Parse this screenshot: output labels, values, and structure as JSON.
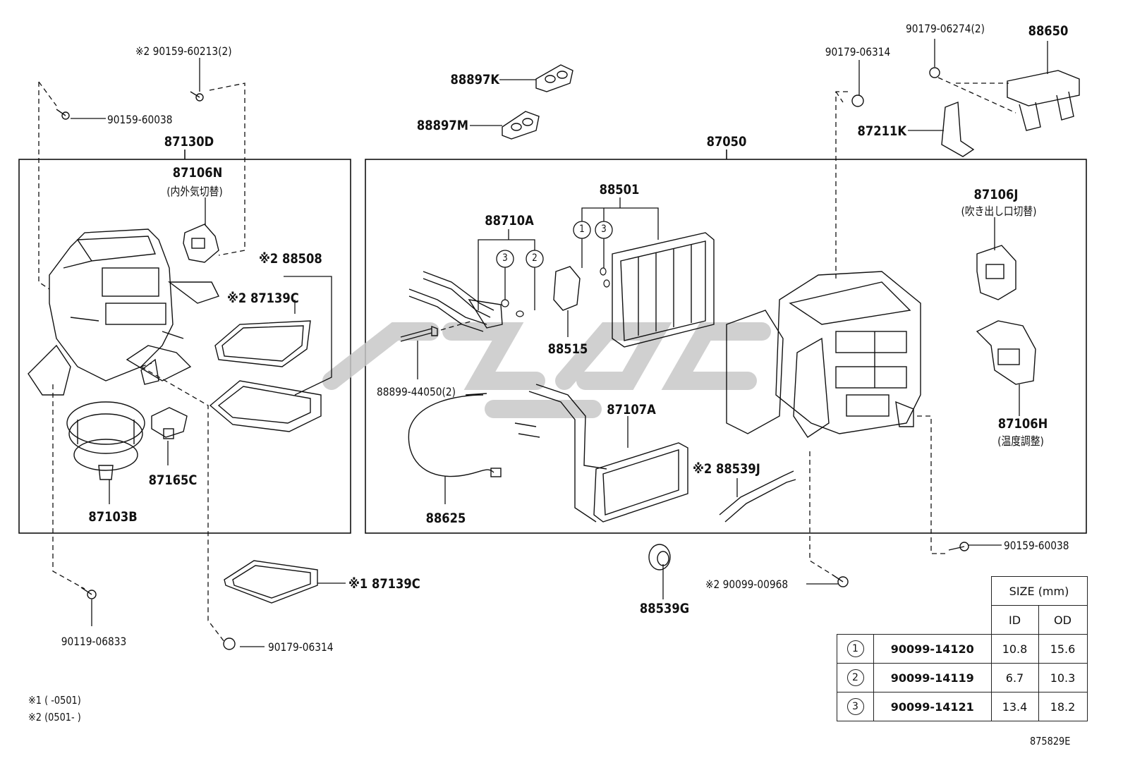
{
  "diagram_id": "875829E",
  "labels": {
    "p90159_60213": "※2 90159-60213(2)",
    "p90159_60038_a": "90159-60038",
    "p87130D": "87130D",
    "p87106N": "87106N",
    "p87106N_note": "(内外気切替)",
    "p88508": "※2 88508",
    "p87139C_a": "※2 87139C",
    "p87165C": "87165C",
    "p87103B": "87103B",
    "p88897K": "88897K",
    "p88897M": "88897M",
    "p87050": "87050",
    "p88501": "88501",
    "p88710A": "88710A",
    "p88515": "88515",
    "p88899_44050": "88899-44050(2)",
    "p87107A": "87107A",
    "p88625": "88625",
    "p88539J": "※2 88539J",
    "p90179_06314_a": "90179-06314",
    "p90179_06274": "90179-06274(2)",
    "p88650": "88650",
    "p87211K": "87211K",
    "p87106J": "87106J",
    "p87106J_note": "(吹き出し口切替)",
    "p87106H": "87106H",
    "p87106H_note": "(温度調整)",
    "p90159_60038_b": "90159-60038",
    "p90099_00968": "※2 90099-00968",
    "p88539G": "88539G",
    "p87139C_b": "※1 87139C",
    "p90119_06833": "90119-06833",
    "p90179_06314_b": "90179-06314"
  },
  "callouts": {
    "c1": "1",
    "c2": "2",
    "c3": "3"
  },
  "footnotes": {
    "note1": "※1 (      -0501)",
    "note2": "※2 (0501-      )"
  },
  "size_table": {
    "header": "SIZE (mm)",
    "col_id": "ID",
    "col_od": "OD",
    "rows": [
      {
        "ref": "1",
        "part": "90099-14120",
        "id": "10.8",
        "od": "15.6"
      },
      {
        "ref": "2",
        "part": "90099-14119",
        "id": "6.7",
        "od": "10.3"
      },
      {
        "ref": "3",
        "part": "90099-14121",
        "id": "13.4",
        "od": "18.2"
      }
    ]
  },
  "colors": {
    "line": "#111111",
    "watermark": "#c8c8c8"
  }
}
